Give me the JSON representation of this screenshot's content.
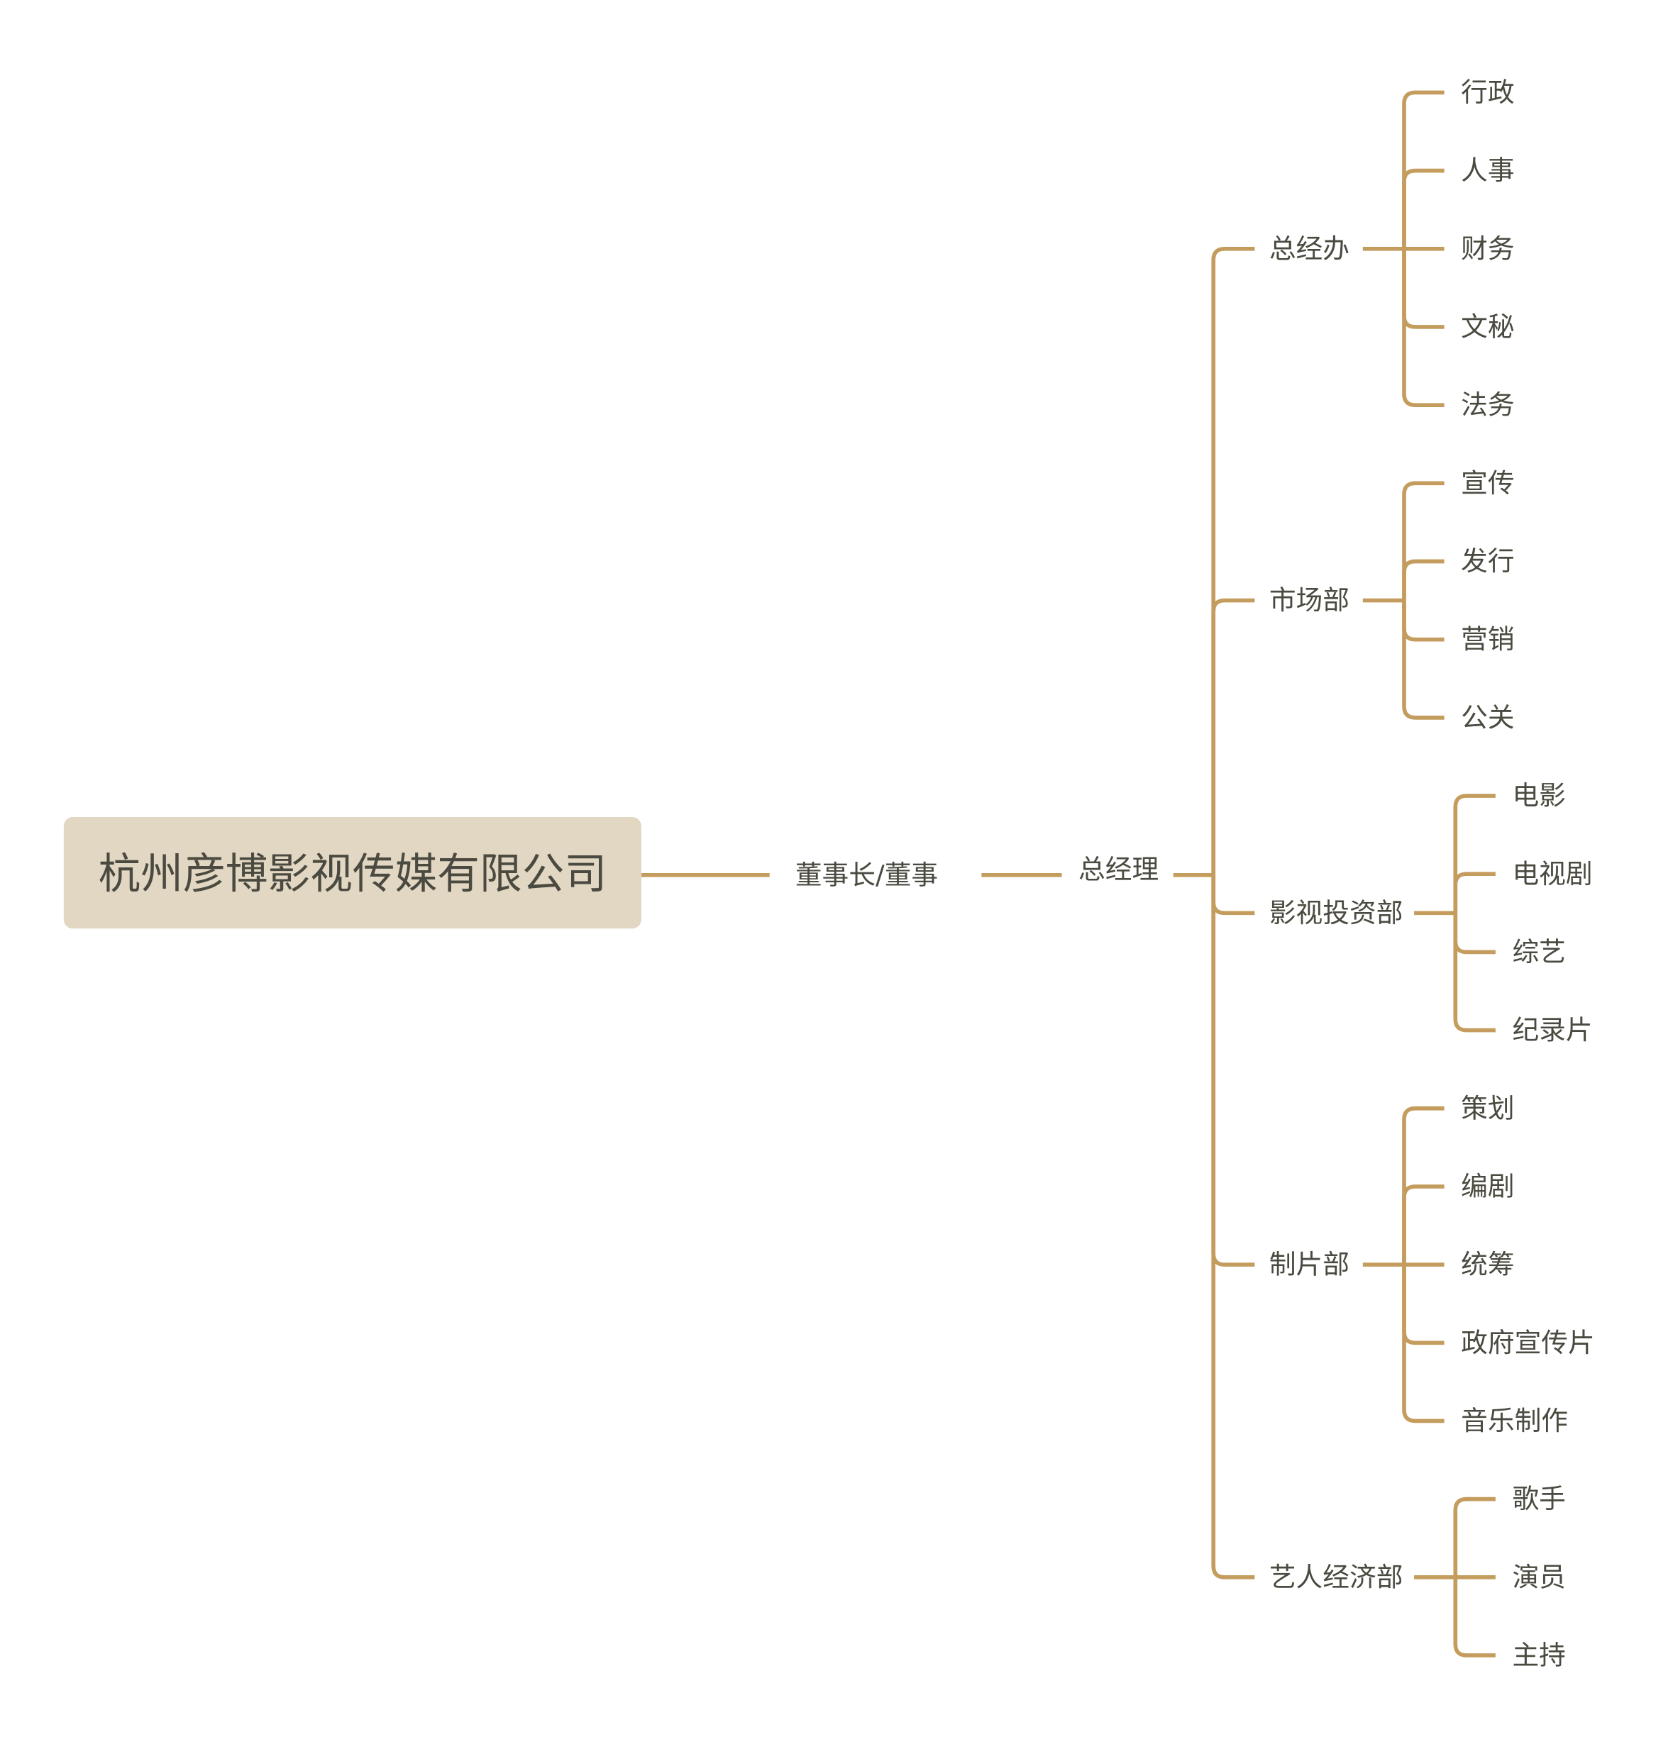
{
  "root": {
    "label": "杭州彦博影视传媒有限公司"
  },
  "chairman": {
    "label": "董事长/董事"
  },
  "gm": {
    "label": "总经理"
  },
  "departments": [
    {
      "label": "总经办",
      "children": [
        "行政",
        "人事",
        "财务",
        "文秘",
        "法务"
      ]
    },
    {
      "label": "市场部",
      "children": [
        "宣传",
        "发行",
        "营销",
        "公关"
      ]
    },
    {
      "label": "影视投资部",
      "children": [
        "电影",
        "电视剧",
        "综艺",
        "纪录片"
      ]
    },
    {
      "label": "制片部",
      "children": [
        "策划",
        "编剧",
        "统筹",
        "政府宣传片",
        "音乐制作"
      ]
    },
    {
      "label": "艺人经济部",
      "children": [
        "歌手",
        "演员",
        "主持"
      ]
    }
  ],
  "colors": {
    "line": "#c49d5e",
    "root_bg": "#e2d7c3",
    "text": "#4b4a40"
  }
}
